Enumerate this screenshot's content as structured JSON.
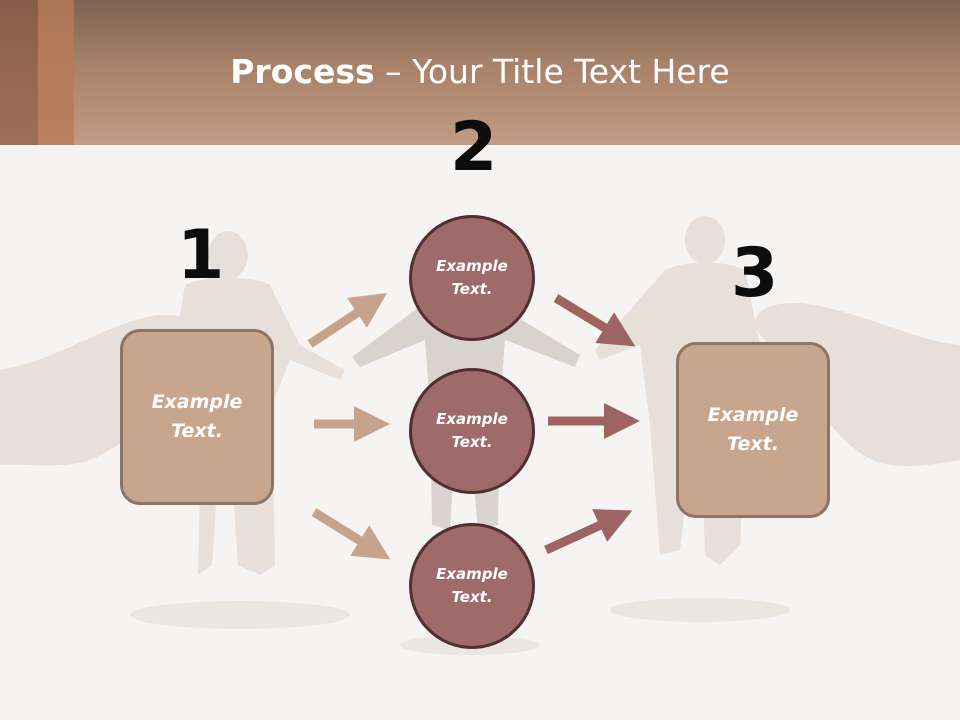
{
  "title": {
    "bold": "Process",
    "rest": " – Your Title Text Here"
  },
  "steps": [
    {
      "number": "1",
      "text": "Example\nText."
    },
    {
      "number": "2",
      "circles": [
        "Example\nText.",
        "Example\nText.",
        "Example\nText."
      ]
    },
    {
      "number": "3",
      "text": "Example\nText."
    }
  ],
  "colors": {
    "box_fill": "#c8a58d",
    "circle_fill": "#9e6a6a",
    "arrow_light": "#c8a38c",
    "arrow_dark": "#9e6464"
  }
}
